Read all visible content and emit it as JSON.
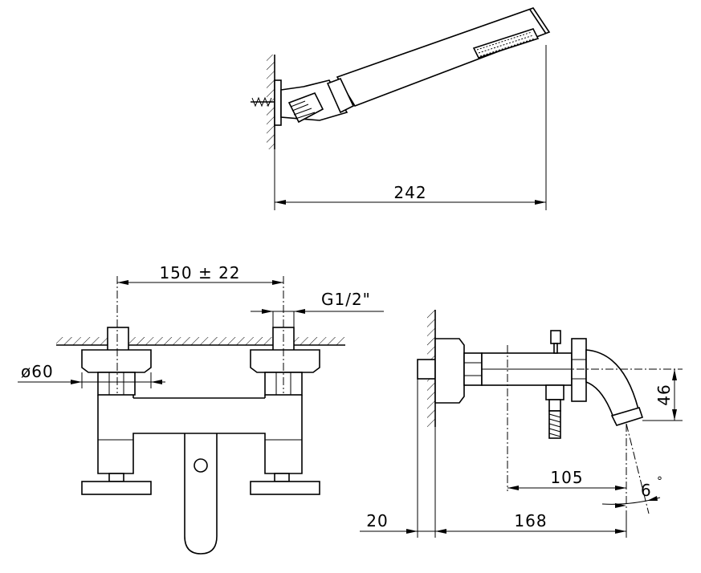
{
  "dimensions": {
    "handshower_length": "242",
    "valve_spacing": "150 ± 22",
    "thread": "G1/2\"",
    "flange_diameter": "ø60",
    "spout_height": "46",
    "spout_angle_value": "6",
    "spout_angle_unit": "°",
    "spout_projection": "105",
    "total_projection": "168",
    "wall_offset": "20"
  }
}
